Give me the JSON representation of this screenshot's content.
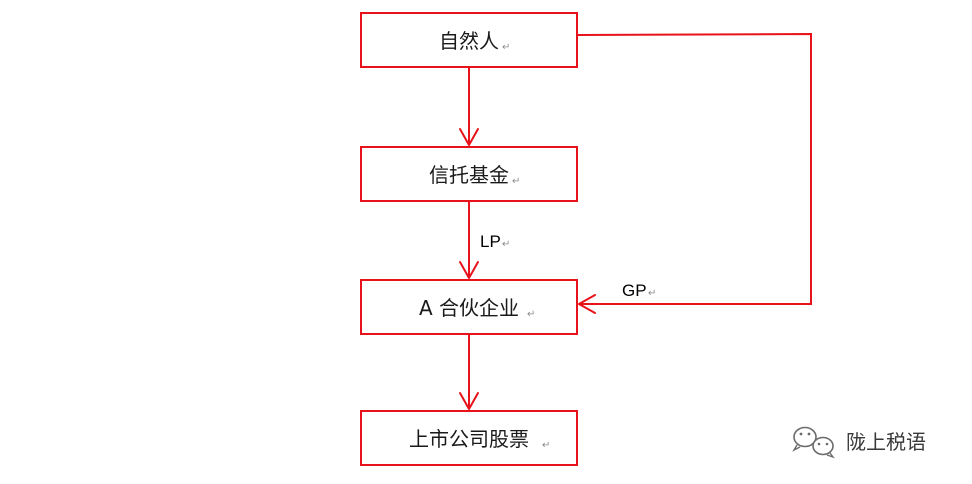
{
  "nodes": {
    "natural_person": "自然人",
    "trust_fund": "信托基金",
    "partnership_a": "A 合伙企业",
    "listed_shares": "上市公司股票"
  },
  "edges": {
    "lp_label": "LP",
    "gp_label": "GP"
  },
  "para_mark": "↵",
  "watermark": {
    "text": "陇上税语",
    "icon": "wechat-icon"
  },
  "colors": {
    "accent": "#e8121a",
    "text": "#1a1a1a"
  }
}
